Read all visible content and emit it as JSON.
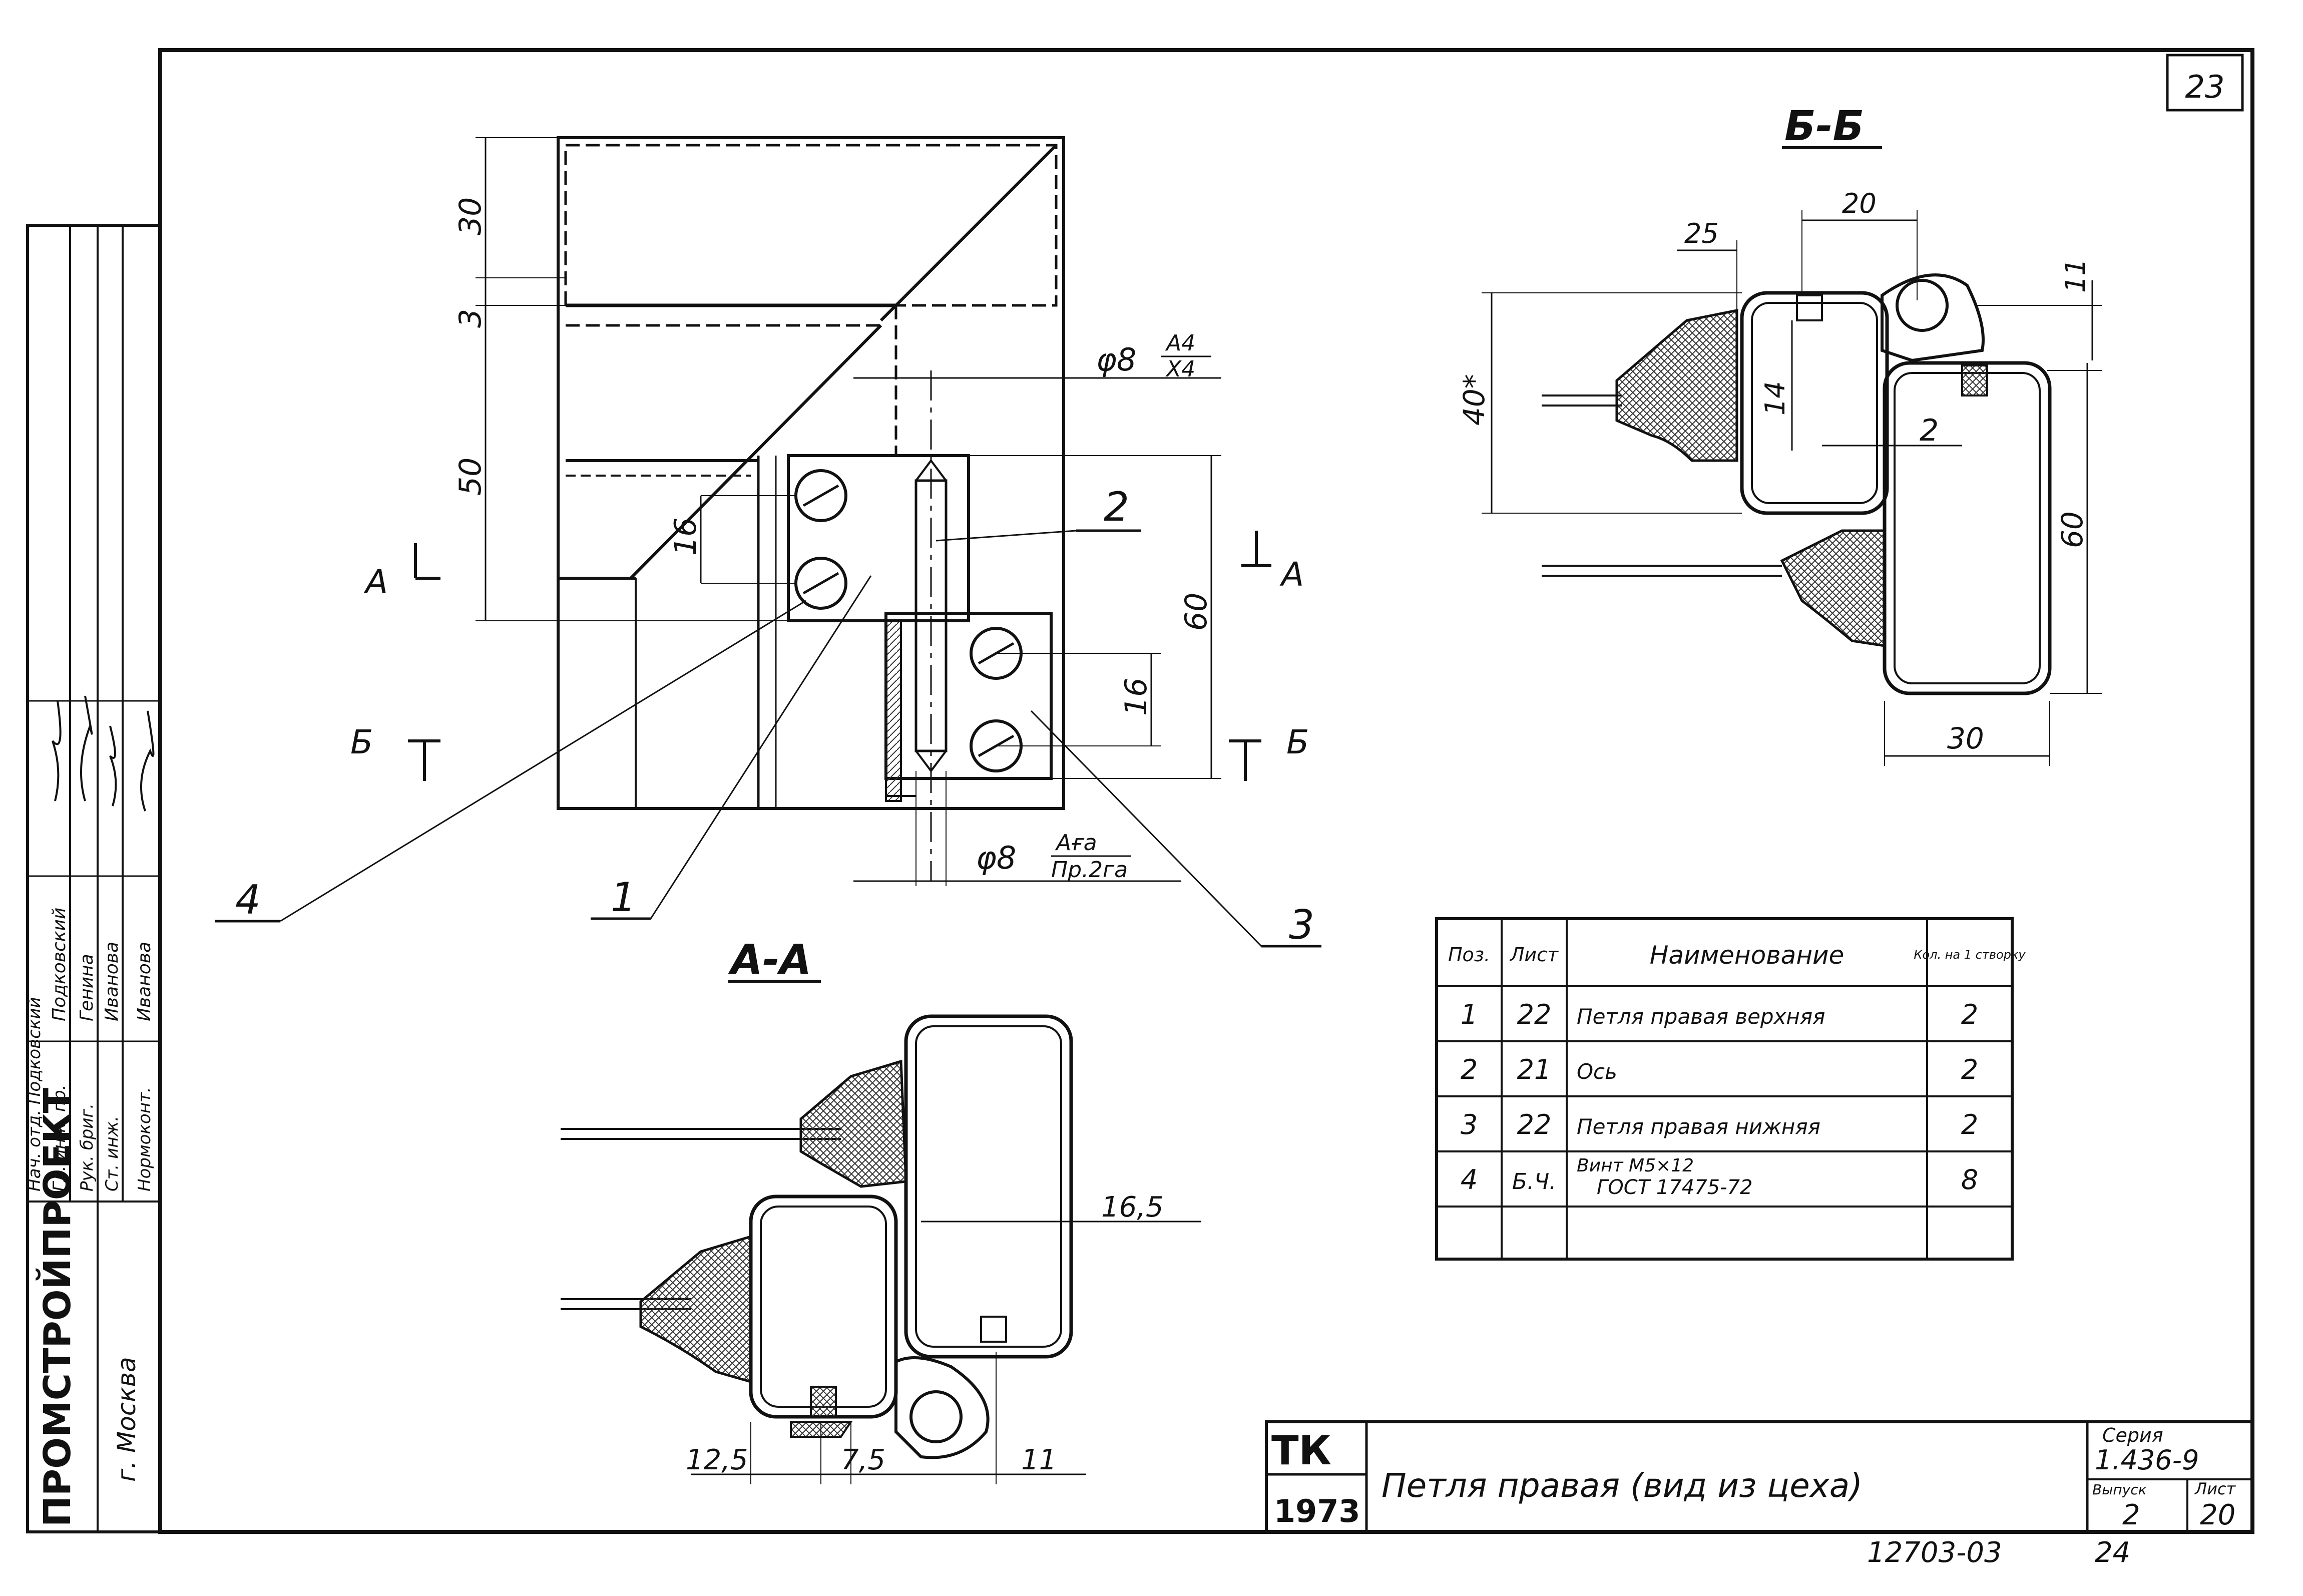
{
  "sheet_number": "23",
  "stamp": {
    "org": "ПРОМСТРОЙПРОЕКТ",
    "city": "г. Москва",
    "roles": [
      "Гл. инж. пр.",
      "Рук. бриг.",
      "Ст. инж.",
      "Нормоконт."
    ],
    "names": [
      "Подковский",
      "Генина",
      "Иванова",
      "Иванова"
    ],
    "top_row": "Нач. отд. Подковский"
  },
  "sections": {
    "bb_title": "Б-Б",
    "aa_title": "А-А"
  },
  "main_view": {
    "dims": {
      "d30": "30",
      "d3": "3",
      "d50": "50",
      "d16a": "16",
      "d60": "60",
      "d16b": "16"
    },
    "phi8_top": "φ8",
    "phi8_top_num": "А4",
    "phi8_top_den": "Х4",
    "phi8_bot": "φ8",
    "phi8_bot_num": "Аға",
    "phi8_bot_den": "Пр.2га",
    "section_marks": [
      "А",
      "А",
      "Б",
      "Б"
    ],
    "callouts": [
      "4",
      "1",
      "2",
      "3"
    ]
  },
  "bb_view": {
    "dims": {
      "d20": "20",
      "d25": "25",
      "d11": "11",
      "d40": "40*",
      "d14": "14",
      "d2": "2",
      "d60": "60",
      "d30": "30"
    }
  },
  "aa_view": {
    "dims": {
      "d16_5": "16,5",
      "d12_5": "12,5",
      "d7_5": "7,5",
      "d11": "11"
    }
  },
  "table": {
    "headers": [
      "Поз.",
      "Лист",
      "Наименование",
      "Кол. на 1 створку"
    ],
    "rows": [
      {
        "pos": "1",
        "sheet": "22",
        "name": "Петля правая верхняя",
        "name2": "",
        "qty": "2"
      },
      {
        "pos": "2",
        "sheet": "21",
        "name": "Ось",
        "name2": "",
        "qty": "2"
      },
      {
        "pos": "3",
        "sheet": "22",
        "name": "Петля правая нижняя",
        "name2": "",
        "qty": "2"
      },
      {
        "pos": "4",
        "sheet": "Б.Ч.",
        "name": "Винт М5×12",
        "name2": "ГОСТ 17475-72",
        "qty": "8"
      }
    ]
  },
  "title_block": {
    "tk": "ТК",
    "year": "1973",
    "title": "Петля правая (вид из цеха)",
    "series_label": "Серия",
    "series_value": "1.436-9",
    "issue_label": "Выпуск",
    "issue_value": "2",
    "sheet_label": "Лист",
    "sheet_value": "20"
  },
  "footer": {
    "doc_code": "12703-03",
    "page": "24"
  }
}
